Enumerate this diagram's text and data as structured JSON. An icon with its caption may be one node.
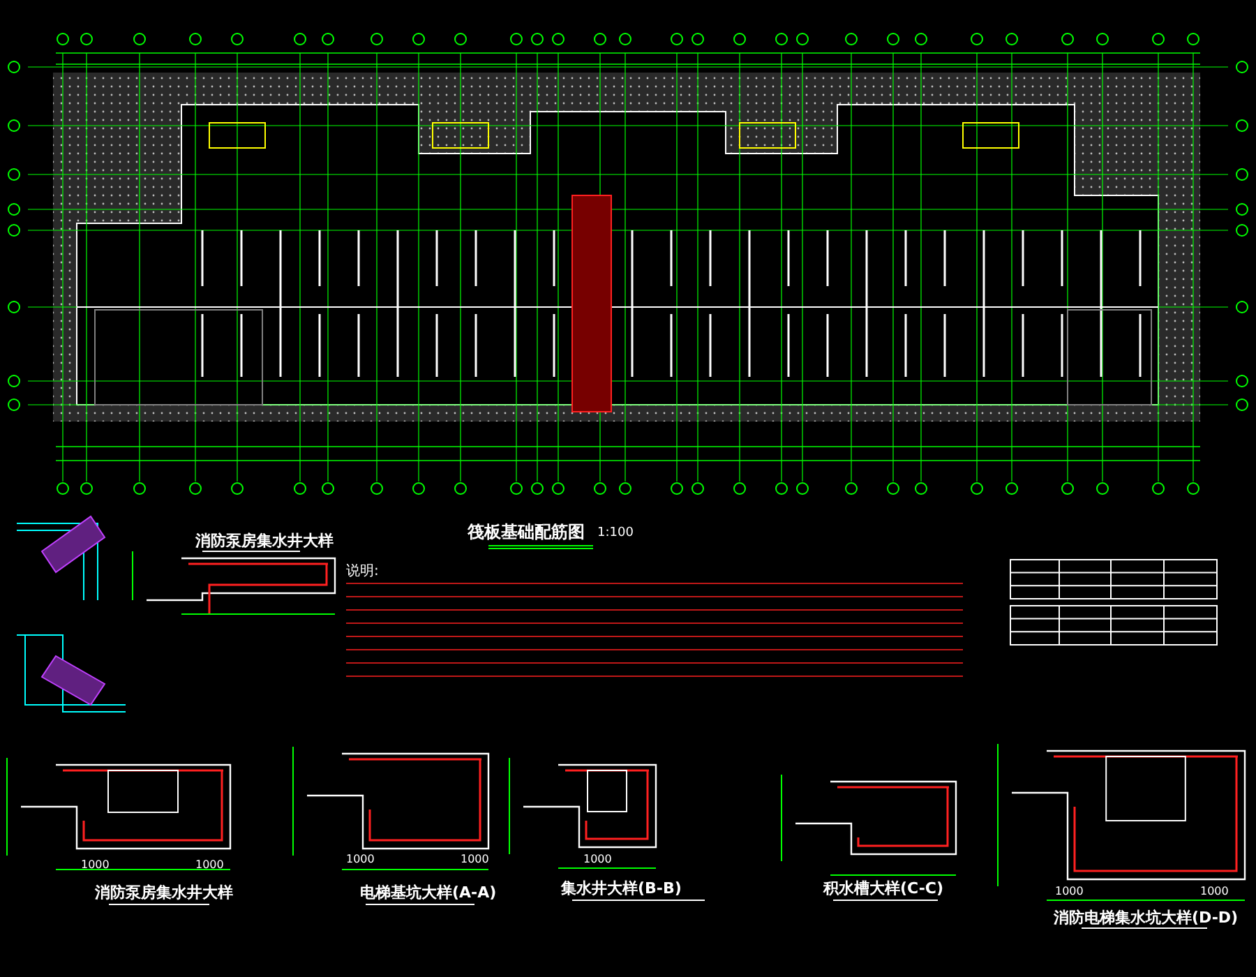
{
  "diagram": {
    "title": "筏板基础配筋图",
    "labels": [
      "1:100",
      "说明:",
      "消防泵房集水井大样",
      "消防泵房集水井大样",
      "1000",
      "1000",
      "电梯基坑大样(A-A)",
      "1000",
      "1000",
      "集水井大样(B-B)",
      "1000",
      "积水槽大样(C-C)",
      "消防电梯集水坑大样(D-D)",
      "1000",
      "1000"
    ]
  }
}
